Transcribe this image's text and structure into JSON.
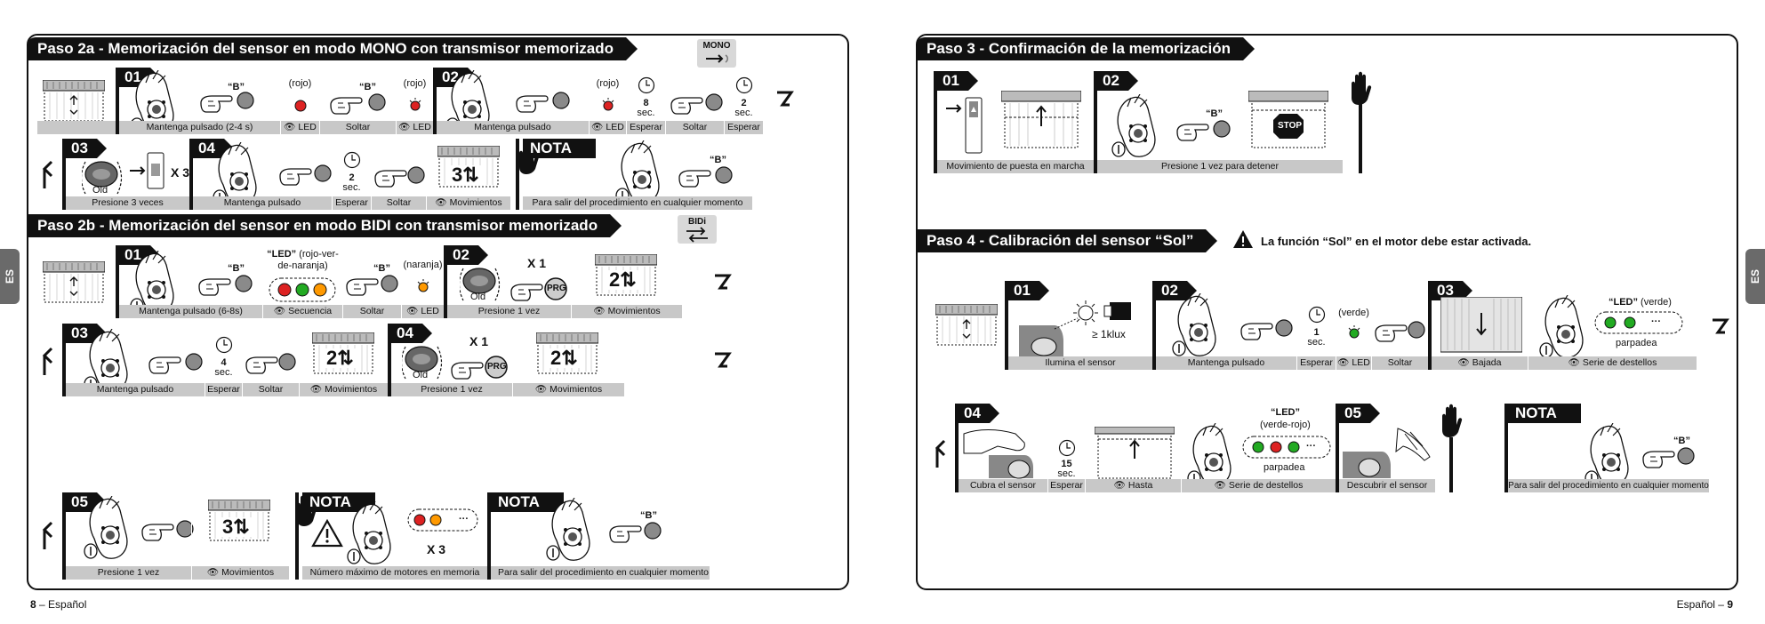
{
  "tabs": {
    "left": "ES",
    "right": "ES"
  },
  "footer": {
    "left_num": "8",
    "left_text": " – Español",
    "right_text": "Español – ",
    "right_num": "9"
  },
  "icons": {
    "mono": "MONO",
    "bidi": "BIDi",
    "old": "Old",
    "prg": "PRG",
    "stop": "STOP",
    "b": "“B”",
    "x1": "X 1",
    "x3": "X 3",
    "mov3": "3",
    "mov2": "2",
    "klux": "≥ 1klux"
  },
  "left": {
    "h2a": "Paso 2a - Memorización del sensor en modo MONO con transmisor memorizado",
    "r1": {
      "s1": "01",
      "s2": "02",
      "c1": "Mantenga pulsado (2-4 s)",
      "c2": "LED",
      "c3": "Soltar",
      "c4": "LED",
      "c5": "Mantenga pulsado",
      "c6": "LED",
      "c7": "Esperar",
      "c8": "Soltar",
      "c9": "Esperar",
      "rojo": "(rojo)",
      "s8": "8",
      "s2n": "2",
      "sec": "sec."
    },
    "r2": {
      "s3": "03",
      "s4": "04",
      "nota": "NOTA",
      "c1": "Presione 3 veces",
      "c2": "Mantenga pulsado",
      "c3": "Esperar",
      "c4": "Soltar",
      "c5": "Movimientos",
      "c6": "Para salir del procedimiento en cualquier momento",
      "x3": "X 3",
      "n2": "2",
      "sec": "sec."
    },
    "h2b": "Paso 2b - Memorización del sensor en modo BIDI con transmisor memorizado",
    "r3": {
      "s1": "01",
      "s2": "02",
      "c1": "Mantenga pulsado (6-8s)",
      "c2": "Secuencia",
      "c3": "Soltar",
      "c4": "LED",
      "c5": "Presione 1 vez",
      "c6": "Movimientos",
      "led_lbl": "“LED”",
      "led_rest": " (rojo-ver-",
      "led_l2": "de-naranja)",
      "naranja": "(naranja)",
      "x1": "X 1"
    },
    "r4": {
      "s3": "03",
      "s4": "04",
      "c1": "Mantenga pulsado",
      "c2": "Esperar",
      "c3": "Soltar",
      "c4": "Movimientos",
      "c5": "Presione 1 vez",
      "c6": "Movimientos",
      "n4": "4",
      "sec": "sec."
    },
    "r5": {
      "s5": "05",
      "nota1": "NOTA",
      "nota2": "NOTA",
      "c1": "Presione 1 vez",
      "c2": "Movimientos",
      "c3": "Número máximo de motores en memoria",
      "c4": "Para salir del procedimiento en cualquier momento",
      "x3": "X 3",
      "dots": "···"
    }
  },
  "right": {
    "h3": "Paso 3 - Confirmación de la memorización",
    "p3": {
      "s1": "01",
      "s2": "02",
      "c1": "Movimiento de puesta en marcha",
      "c2": "Presione 1 vez para detener"
    },
    "h4": "Paso 4 - Calibración del sensor “Sol”",
    "warning": "La función “Sol” en el motor debe estar activada.",
    "r1": {
      "s1": "01",
      "s2": "02",
      "s3": "03",
      "c1": "Ilumina el sensor",
      "c2": "Mantenga pulsado",
      "c3": "Esperar",
      "c4": "LED",
      "c5": "Soltar",
      "c6": "Bajada",
      "c7": "Serie de destellos",
      "verde": "(verde)",
      "n1": "1",
      "sec": "sec.",
      "led": "“LED”",
      "led_verde": " (verde)",
      "parpadea": "parpadea"
    },
    "r2": {
      "s4": "04",
      "s5": "05",
      "nota": "NOTA",
      "c1": "Cubra el sensor",
      "c2": "Esperar",
      "c3": "Hasta",
      "c4": "Serie de destellos",
      "c5": "Descubrir el sensor",
      "c6": "Para salir del procedimiento en cualquier momento",
      "n15": "15",
      "sec": "sec.",
      "led": "“LED”",
      "led_l2": "(verde-rojo)",
      "parpadea": "parpadea"
    }
  }
}
